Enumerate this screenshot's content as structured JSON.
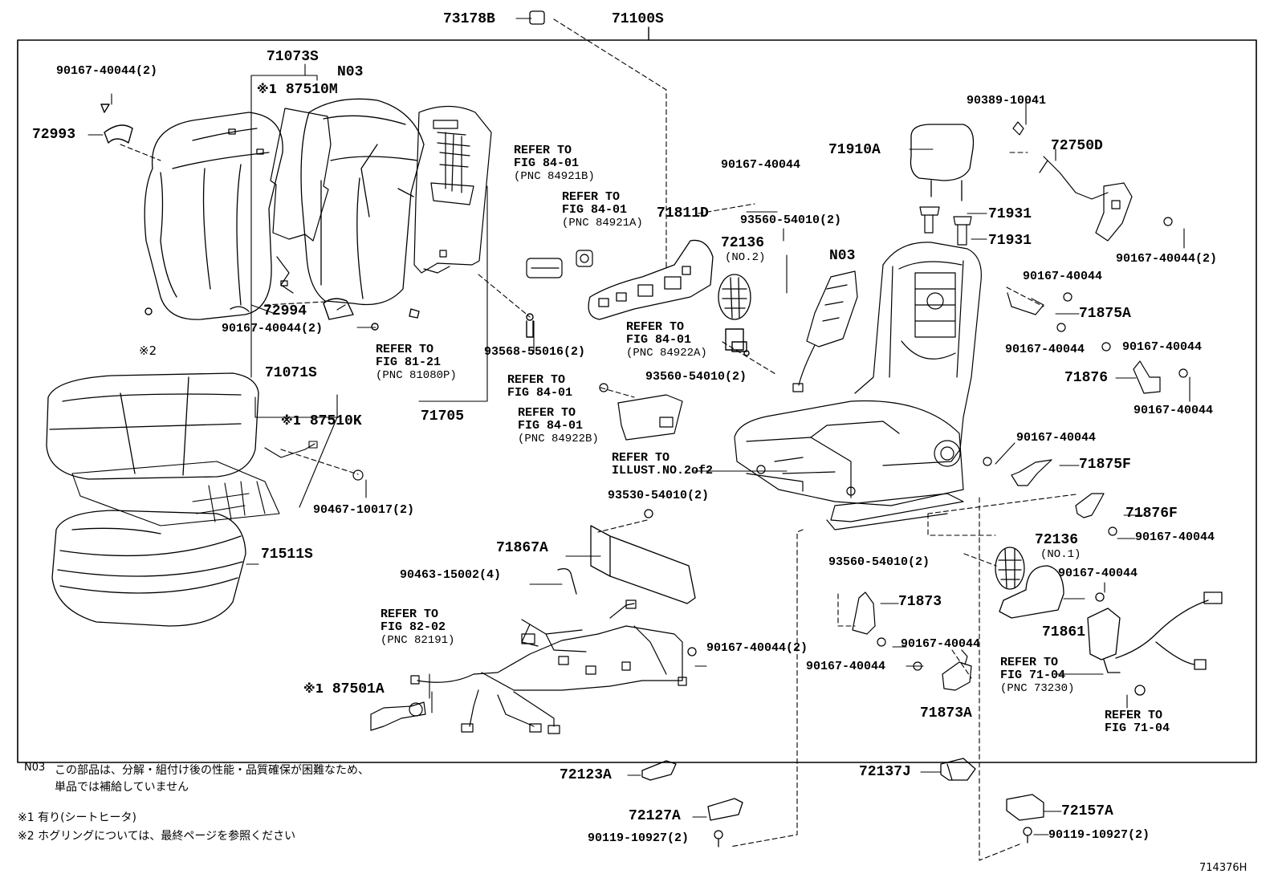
{
  "diagram_id": "714376H",
  "frame_title": "71100S",
  "parts": {
    "p73178B": "73178B",
    "p71073S": "71073S",
    "p90167_2_tl": "90167-40044(2)",
    "p72993": "72993",
    "pN03_a": "N03",
    "p87510M_mark": "※1",
    "p87510M": "87510M",
    "p72994": "72994",
    "p90167_2_mid": "90167-40044(2)",
    "p93568": "93568-55016(2)",
    "p71705": "71705",
    "p71071S": "71071S",
    "p87510K_mark": "※1",
    "p87510K": "87510K",
    "p90467": "90467-10017(2)",
    "p71511S": "71511S",
    "p90167_a": "90167-40044",
    "p71811D": "71811D",
    "p93560_a": "93560-54010(2)",
    "p72136_2": "72136",
    "p72136_2_sub": "(NO.2)",
    "pN03_b": "N03",
    "p93560_b": "93560-54010(2)",
    "p93530": "93530-54010(2)",
    "p71867A": "71867A",
    "p90463": "90463-15002(4)",
    "p90167_2_bot": "90167-40044(2)",
    "p87501A_mark": "※1",
    "p87501A": "87501A",
    "p90389": "90389-10041",
    "p71910A": "71910A",
    "p72750D": "72750D",
    "p71931_a": "71931",
    "p71931_b": "71931",
    "p90167_2_tr": "90167-40044(2)",
    "p90167_b": "90167-40044",
    "p71875A": "71875A",
    "p90167_c": "90167-40044",
    "p90167_d": "90167-40044",
    "p71876": "71876",
    "p90167_e": "90167-40044",
    "p90167_f": "90167-40044",
    "p71875F": "71875F",
    "p71876F": "71876F",
    "p90167_g": "90167-40044",
    "p72136_1": "72136",
    "p72136_1_sub": "(NO.1)",
    "p93560_c": "93560-54010(2)",
    "p90167_h": "90167-40044",
    "p71873": "71873",
    "p71861": "71861",
    "p90167_i": "90167-40044",
    "p90167_j": "90167-40044",
    "p71873A": "71873A",
    "p72123A": "72123A",
    "p72137J": "72137J",
    "p72127A": "72127A",
    "p72157A": "72157A",
    "p90119_a": "90119-10927(2)",
    "p90119_b": "90119-10927(2)",
    "mark2": "※2"
  },
  "refs": {
    "r1": {
      "l1": "REFER TO",
      "l2": "FIG 84-01",
      "pnc": "(PNC 84921B)"
    },
    "r2": {
      "l1": "REFER TO",
      "l2": "FIG 84-01",
      "pnc": "(PNC 84921A)"
    },
    "r3": {
      "l1": "REFER TO",
      "l2": "FIG 81-21",
      "pnc": "(PNC 81080P)"
    },
    "r4": {
      "l1": "REFER TO",
      "l2": "FIG 84-01",
      "pnc": "(PNC 84922A)"
    },
    "r5": {
      "l1": "REFER TO",
      "l2": "FIG 84-01"
    },
    "r6": {
      "l1": "REFER TO",
      "l2": "FIG 84-01",
      "pnc": "(PNC 84922B)"
    },
    "r7": {
      "l1": "REFER TO",
      "l2": "ILLUST.NO.2of2"
    },
    "r8": {
      "l1": "REFER TO",
      "l2": "FIG 82-02",
      "pnc": "(PNC 82191)"
    },
    "r9": {
      "l1": "REFER TO",
      "l2": "FIG 71-04",
      "pnc": "(PNC 73230)"
    },
    "r10": {
      "l1": "REFER TO",
      "l2": "FIG 71-04"
    }
  },
  "footnotes": {
    "n03_key": "N03",
    "n03_l1": "この部品は、分解・組付け後の性能・品質確保が困難なため、",
    "n03_l2": "単品では補給していません",
    "m1": "※1 有り(シートヒータ)",
    "m2": "※2 ホグリングについては、最終ページを参照ください"
  }
}
